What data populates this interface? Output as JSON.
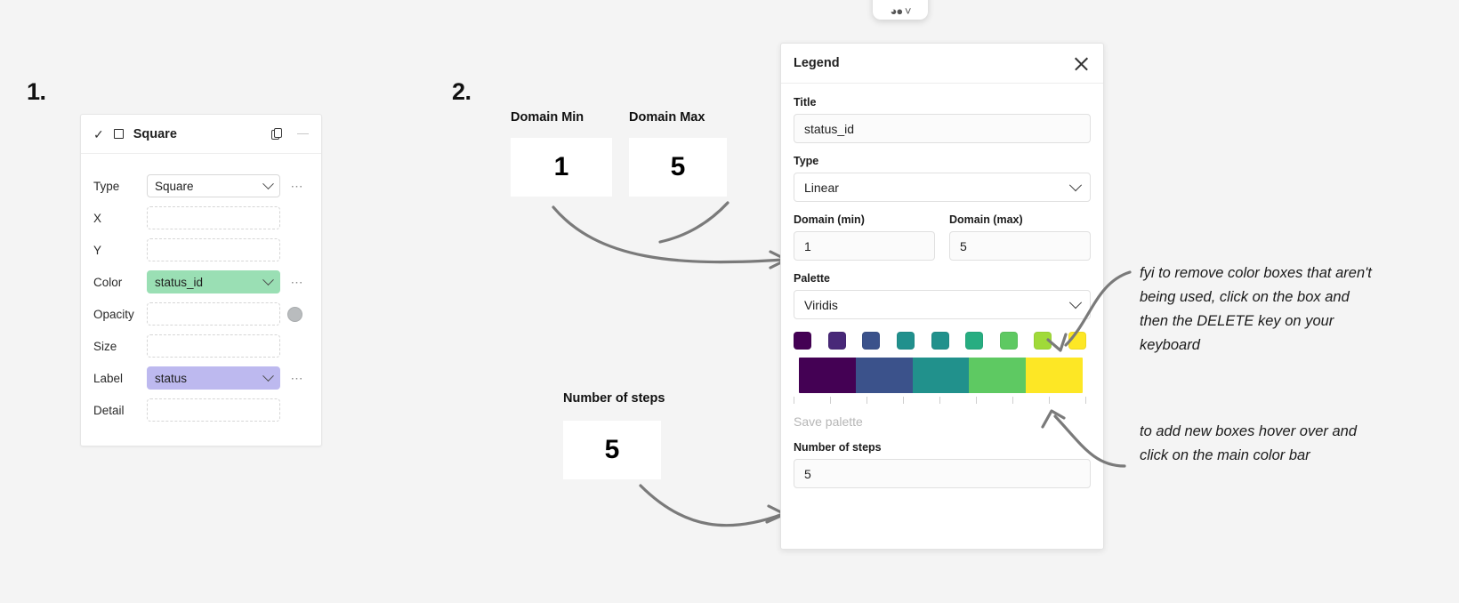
{
  "steps": {
    "one": "1.",
    "two": "2."
  },
  "top_toolbar": {
    "icon": "rings-icon",
    "chevron": "chevron-down-icon"
  },
  "mark_panel": {
    "header": {
      "check_icon": "check-icon",
      "square_icon": "square-outline-icon",
      "title": "Square",
      "duplicate_icon": "duplicate-icon",
      "collapse_icon": "minus-icon"
    },
    "rows": [
      {
        "label": "Type",
        "value": "Square",
        "style": "solid",
        "chevron": true,
        "menu": true,
        "extra": "none"
      },
      {
        "label": "X",
        "value": "",
        "style": "empty",
        "chevron": false,
        "menu": false,
        "extra": "none"
      },
      {
        "label": "Y",
        "value": "",
        "style": "empty",
        "chevron": false,
        "menu": false,
        "extra": "none"
      },
      {
        "label": "Color",
        "value": "status_id",
        "style": "green",
        "chevron": true,
        "menu": true,
        "extra": "none"
      },
      {
        "label": "Opacity",
        "value": "",
        "style": "empty",
        "chevron": false,
        "menu": false,
        "extra": "dot"
      },
      {
        "label": "Size",
        "value": "",
        "style": "empty",
        "chevron": false,
        "menu": false,
        "extra": "none"
      },
      {
        "label": "Label",
        "value": "status",
        "style": "purple",
        "chevron": true,
        "menu": true,
        "extra": "none"
      },
      {
        "label": "Detail",
        "value": "",
        "style": "empty",
        "chevron": false,
        "menu": false,
        "extra": "none"
      }
    ]
  },
  "callouts": [
    {
      "label": "Domain Min",
      "value": "1"
    },
    {
      "label": "Domain Max",
      "value": "5"
    },
    {
      "label": "Number of steps",
      "value": "5"
    }
  ],
  "legend": {
    "title": "Legend",
    "close_icon": "close-icon",
    "fields": {
      "title_label": "Title",
      "title_value": "status_id",
      "type_label": "Type",
      "type_value": "Linear",
      "domain_min_label": "Domain (min)",
      "domain_min_value": "1",
      "domain_max_label": "Domain (max)",
      "domain_max_value": "5",
      "palette_label": "Palette",
      "palette_value": "Viridis",
      "save_palette": "Save palette",
      "steps_label": "Number of steps",
      "steps_value": "5"
    },
    "swatches": [
      "#440154",
      "#482878",
      "#3b528b",
      "#21908d",
      "#21918c",
      "#27ad81",
      "#5ec962",
      "#a0da39",
      "#fde725"
    ],
    "gradient_stops": [
      "#440154",
      "#3b528b",
      "#21918c",
      "#5ec962",
      "#fde725"
    ],
    "tick_count": 9
  },
  "notes": [
    "fyi to remove color boxes that aren't being used, click on the box and then the DELETE key on your keyboard",
    "to add new boxes hover over and click on the main color bar"
  ],
  "colors": {
    "page_bg": "#f4f4f4",
    "panel_bg": "#ffffff",
    "accent_green": "#9adfb4",
    "accent_purple": "#bdb9ef",
    "arrow": "#7a7a7a"
  }
}
